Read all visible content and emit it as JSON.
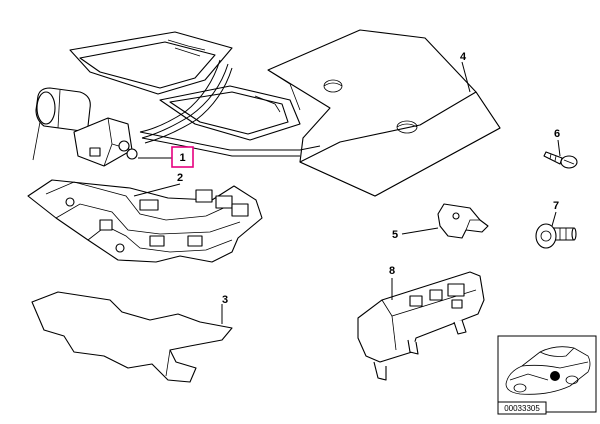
{
  "callouts": [
    {
      "id": "1",
      "label": "1",
      "highlighted": true
    },
    {
      "id": "2",
      "label": "2"
    },
    {
      "id": "3",
      "label": "3"
    },
    {
      "id": "4",
      "label": "4"
    },
    {
      "id": "5",
      "label": "5"
    },
    {
      "id": "6",
      "label": "6"
    },
    {
      "id": "7",
      "label": "7"
    },
    {
      "id": "8",
      "label": "8"
    }
  ],
  "highlight_color": "#e6007e",
  "diagram_number": "00033305"
}
